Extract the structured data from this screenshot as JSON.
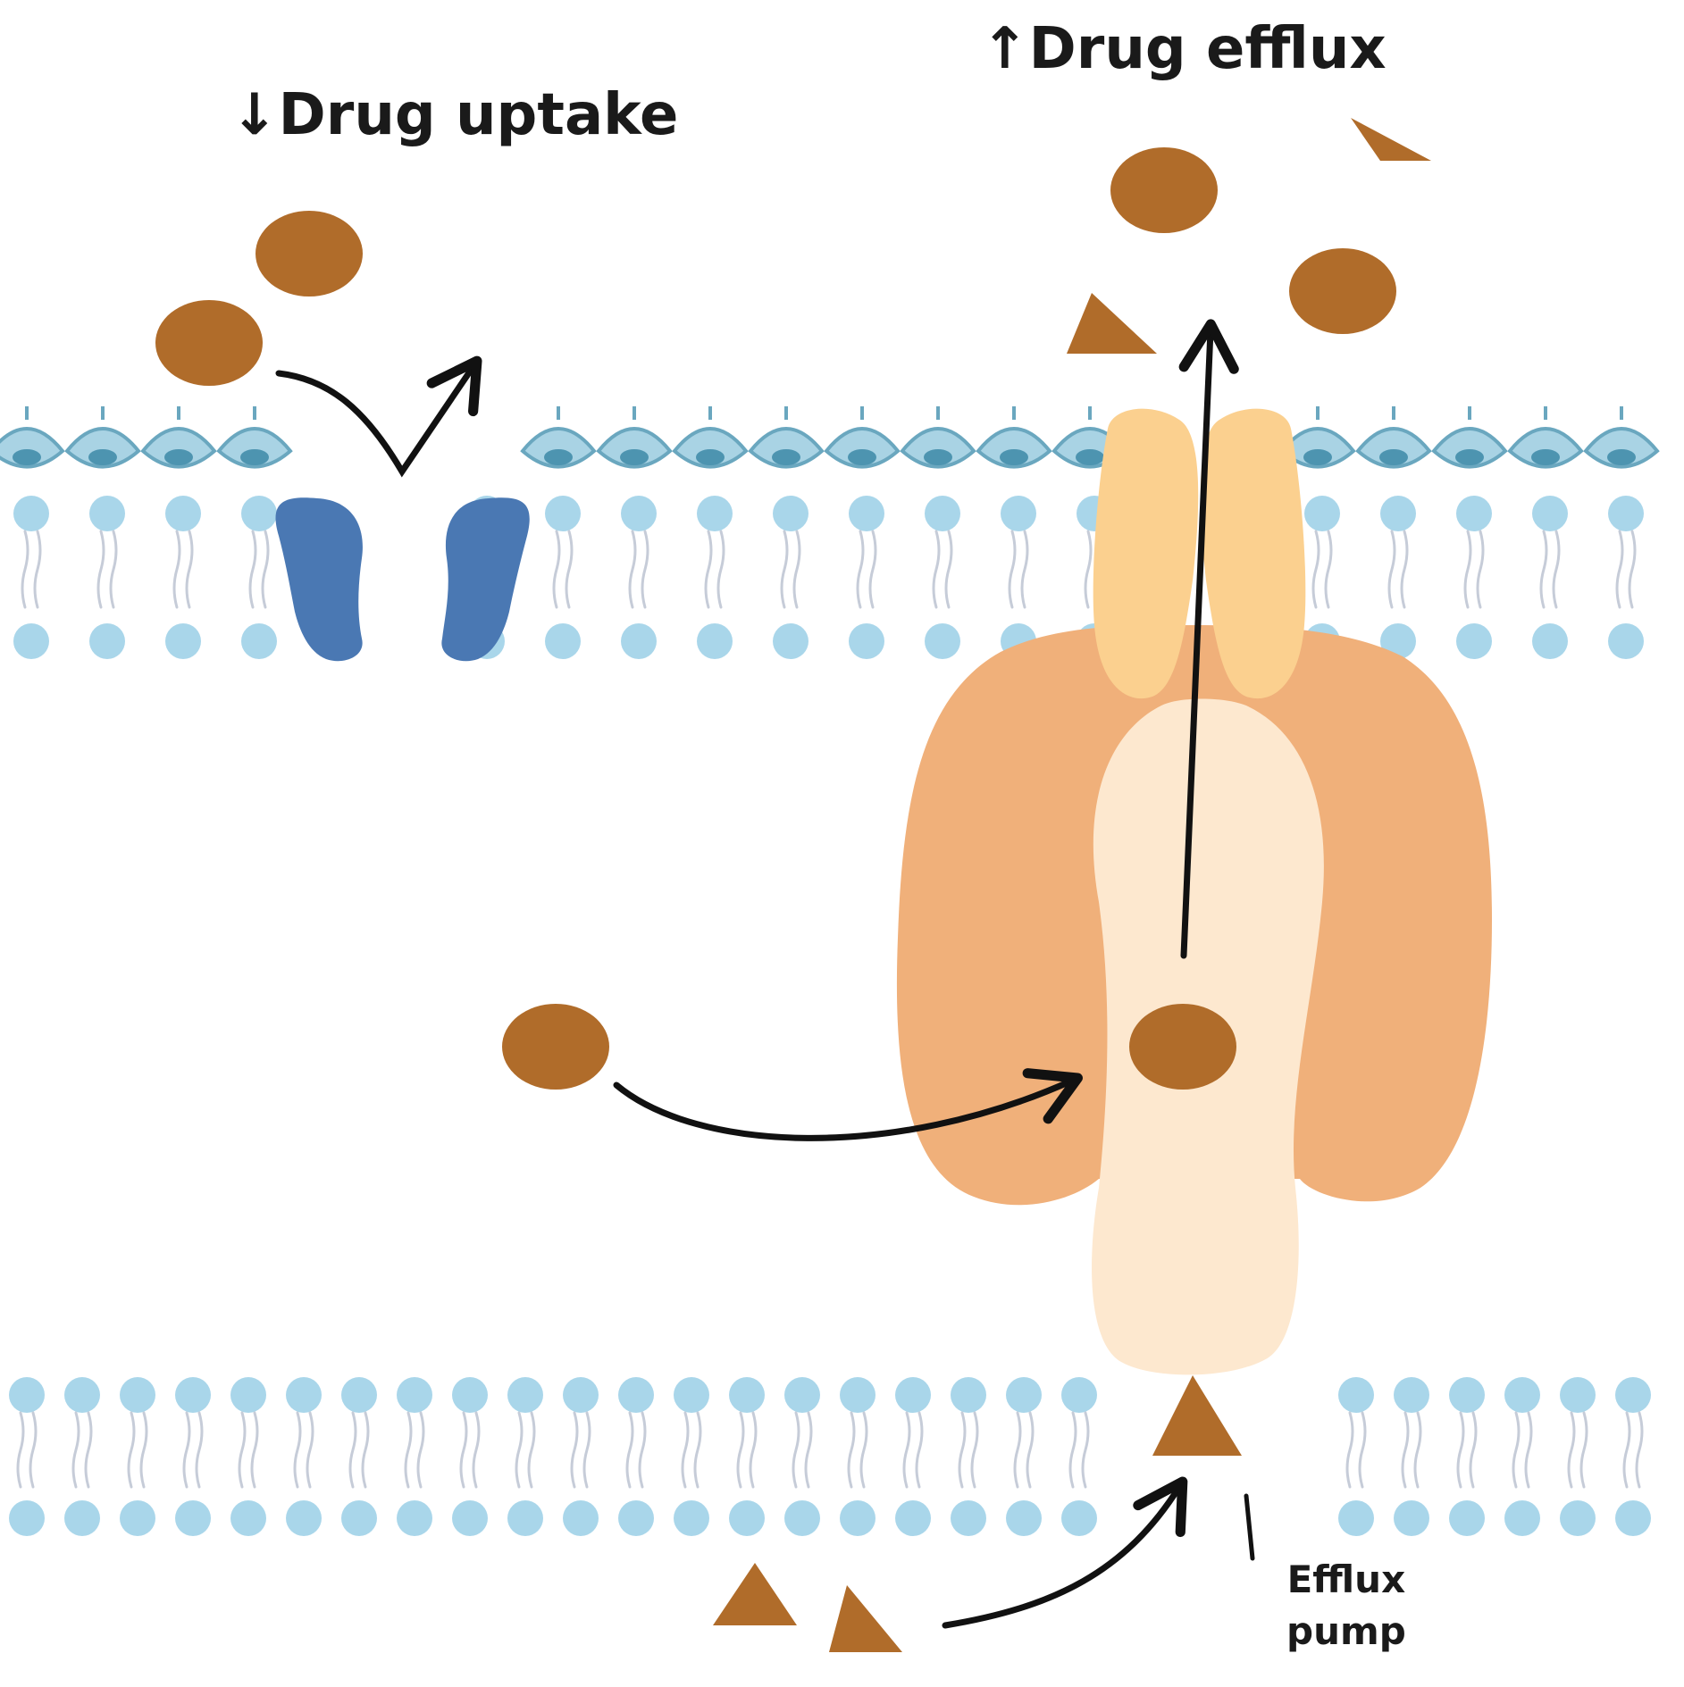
{
  "labels": {
    "drug_uptake_arrow": "↓",
    "drug_uptake": "Drug uptake",
    "drug_efflux_arrow": "↑",
    "drug_efflux": "Drug efflux",
    "efflux_pump_line1": "Efflux",
    "efflux_pump_line2": "pump"
  },
  "colors": {
    "drug": "#b06c2a",
    "head_outer": "#6aa7bf",
    "head_inner": "#4d94b0",
    "head_fill": "#a9d3e4",
    "lipid_ball": "#a9d6ea",
    "lipid_tail": "#c6ccd8",
    "porin": "#4a78b3",
    "pump_outer": "#f0b07a",
    "pump_top": "#fbd08f",
    "pump_inner": "#fde8cf",
    "arrow": "#111111",
    "text": "#1a1a1a"
  }
}
